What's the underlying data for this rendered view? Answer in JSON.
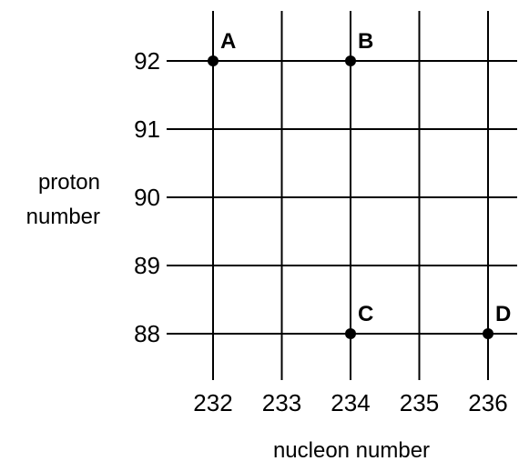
{
  "chart_data": {
    "type": "scatter",
    "xlabel": "nucleon number",
    "ylabel_lines": [
      "proton",
      "number"
    ],
    "x_ticks": [
      "232",
      "233",
      "234",
      "235",
      "236"
    ],
    "y_ticks": [
      "92",
      "91",
      "90",
      "89",
      "88"
    ],
    "xlim": [
      232,
      236
    ],
    "ylim": [
      88,
      92
    ],
    "grid": true,
    "points": [
      {
        "label": "A",
        "x": 232,
        "y": 92
      },
      {
        "label": "B",
        "x": 234,
        "y": 92
      },
      {
        "label": "C",
        "x": 234,
        "y": 88
      },
      {
        "label": "D",
        "x": 236,
        "y": 88
      }
    ],
    "colors": {
      "ink": "#000000",
      "background": "#ffffff"
    }
  }
}
